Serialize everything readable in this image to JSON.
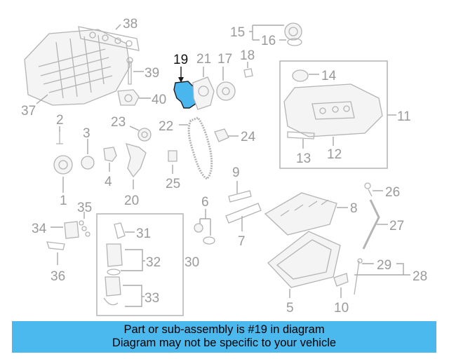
{
  "diagram": {
    "highlighted_part": "19",
    "callouts": [
      "1",
      "2",
      "3",
      "4",
      "5",
      "6",
      "7",
      "8",
      "9",
      "10",
      "11",
      "12",
      "13",
      "14",
      "15",
      "16",
      "17",
      "18",
      "19",
      "20",
      "21",
      "22",
      "23",
      "24",
      "25",
      "26",
      "27",
      "28",
      "29",
      "30",
      "31",
      "32",
      "33",
      "34",
      "35",
      "36",
      "37",
      "38",
      "39",
      "40"
    ]
  },
  "banner": {
    "line1": "Part or sub-assembly is #19 in diagram",
    "line2": "Diagram may not be specific to your vehicle"
  },
  "colors": {
    "highlight": "#4ab6ee",
    "banner": "#4cb9ee",
    "line_art": "#b4b4b4"
  }
}
